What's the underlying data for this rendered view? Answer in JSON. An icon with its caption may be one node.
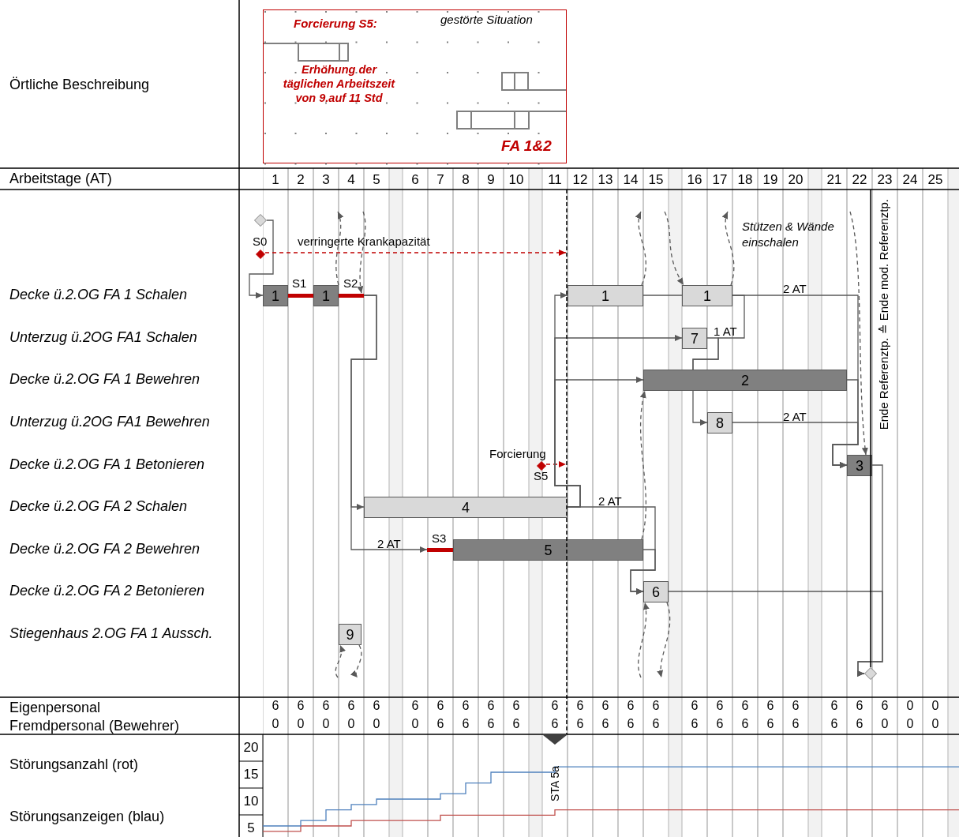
{
  "diagram": {
    "nodes": [
      {
        "text": [],
        "shape": "diamond"
      },
      {
        "text": [],
        "shape": "diamond",
        "beside": [
          "S0"
        ]
      },
      {
        "text": [
          "1"
        ]
      },
      {
        "text": [],
        "shape": "bar",
        "beside": [
          "S1"
        ]
      },
      {
        "text": [
          "1"
        ]
      },
      {
        "text": [],
        "shape": "bar",
        "beside": [
          "S2"
        ]
      },
      {
        "text": [
          "1"
        ]
      },
      {
        "text": [
          "1"
        ]
      },
      {
        "text": [
          "7"
        ]
      },
      {
        "text": [
          "2"
        ]
      },
      {
        "text": [
          "8"
        ]
      },
      {
        "text": [],
        "shape": "diamond",
        "beside": [
          "Forcierung",
          "S5"
        ]
      },
      {
        "text": [
          "3"
        ]
      },
      {
        "text": [
          "4"
        ]
      },
      {
        "text": [],
        "shape": "bar",
        "beside": [
          "S3"
        ]
      },
      {
        "text": [
          "5"
        ]
      },
      {
        "text": [
          "6"
        ]
      },
      {
        "text": [
          "9"
        ]
      },
      {
        "text": [],
        "shape": "diamond"
      }
    ],
    "edges": [
      {
        "from": 0,
        "to": 2,
        "arrow": "to"
      },
      {
        "from": 1,
        "to": null,
        "arrow": "to",
        "label": "verringerte Krankapazität",
        "style": "dashed",
        "color": "#c00000"
      },
      {
        "from": 5,
        "to": 13,
        "arrow": "to"
      },
      {
        "from": 5,
        "to": 14,
        "arrow": "to",
        "label": "2 AT"
      },
      {
        "from": 11,
        "to": null,
        "arrow": "to",
        "style": "dashed",
        "color": "#c00000"
      },
      {
        "from": 13,
        "to": 6,
        "arrow": "to"
      },
      {
        "from": 13,
        "to": 8,
        "arrow": "to"
      },
      {
        "from": 13,
        "to": 9,
        "arrow": "to"
      },
      {
        "from": 6,
        "to": 7,
        "arrow": "none"
      },
      {
        "from": 7,
        "to": 12,
        "arrow": "to",
        "label": "2 AT"
      },
      {
        "from": 7,
        "to": 9,
        "arrow": "none"
      },
      {
        "from": 8,
        "to": 9,
        "arrow": "none",
        "label": "1 AT"
      },
      {
        "from": 9,
        "to": 12,
        "arrow": "to"
      },
      {
        "from": 10,
        "to": 12,
        "arrow": "to",
        "label": "2 AT"
      },
      {
        "from": 12,
        "to": 18,
        "arrow": "to"
      },
      {
        "from": 16,
        "to": 18,
        "arrow": "to"
      },
      {
        "from": 13,
        "to": 16,
        "arrow": "to",
        "label": "2 AT"
      },
      {
        "from": 15,
        "to": 16,
        "arrow": "to"
      },
      {
        "from": 4,
        "to": null,
        "arrow": "to",
        "style": "dashed"
      },
      {
        "from": null,
        "to": 5,
        "arrow": "to",
        "style": "dashed"
      },
      {
        "from": 6,
        "to": null,
        "arrow": "to",
        "style": "dashed"
      },
      {
        "from": null,
        "to": 7,
        "arrow": "to",
        "style": "dashed"
      },
      {
        "from": 7,
        "to": null,
        "arrow": "to",
        "style": "dashed"
      },
      {
        "from": null,
        "to": 12,
        "arrow": "to",
        "style": "dashed"
      },
      {
        "from": 15,
        "to": 9,
        "arrow": "to",
        "style": "dashed"
      },
      {
        "from": null,
        "to": 16,
        "arrow": "to",
        "style": "dashed"
      },
      {
        "from": 16,
        "to": null,
        "arrow": "to",
        "style": "dashed"
      },
      {
        "from": null,
        "to": 17,
        "arrow": "to",
        "style": "dashed"
      },
      {
        "from": 17,
        "to": null,
        "arrow": "to",
        "style": "dashed"
      },
      {
        "from": 9,
        "to": 10,
        "arrow": "to"
      }
    ],
    "labels": [
      "Örtliche Beschreibung",
      "Forcierung S5:",
      "gestörte Situation",
      "Erhöhung der täglichen Arbeitszeit von 9.auf 11 Std",
      "FA 1&2",
      "Arbeitstage (AT)",
      "1",
      "2",
      "3",
      "4",
      "5",
      "6",
      "7",
      "8",
      "9",
      "10",
      "11",
      "12",
      "13",
      "14",
      "15",
      "16",
      "17",
      "18",
      "19",
      "20",
      "21",
      "22",
      "23",
      "24",
      "25",
      "Ende Referenztp. ≙ Ende mod. Referenztp.",
      "Stützen & Wände einschalen",
      "Decke ü.2.OG FA 1 Schalen",
      "Unterzug ü.2OG FA1 Schalen",
      "Decke ü.2.OG FA 1 Bewehren",
      "Unterzug ü.2OG FA1 Bewehren",
      "Decke ü.2.OG FA 1 Betonieren",
      "Decke ü.2.OG FA 2 Schalen",
      "Decke ü.2.OG FA 2 Bewehren",
      "Decke ü.2.OG FA 2 Betonieren",
      "Stiegenhaus 2.OG FA 1 Aussch.",
      "Eigenpersonal",
      "6",
      "6",
      "6",
      "6",
      "6",
      "6",
      "6",
      "6",
      "6",
      "6",
      "6",
      "6",
      "6",
      "6",
      "6",
      "6",
      "6",
      "6",
      "6",
      "6",
      "6",
      "6",
      "6",
      "0",
      "0",
      "Fremdpersonal (Bewehrer)",
      "0",
      "0",
      "0",
      "0",
      "0",
      "0",
      "6",
      "6",
      "6",
      "6",
      "6",
      "6",
      "6",
      "6",
      "6",
      "6",
      "6",
      "6",
      "6",
      "6",
      "6",
      "6",
      "0",
      "0",
      "0",
      "STA 5a",
      "20",
      "15",
      "10",
      "5",
      "Störungsanzahl (rot)",
      "Störungsanzeigen (blau)"
    ]
  }
}
